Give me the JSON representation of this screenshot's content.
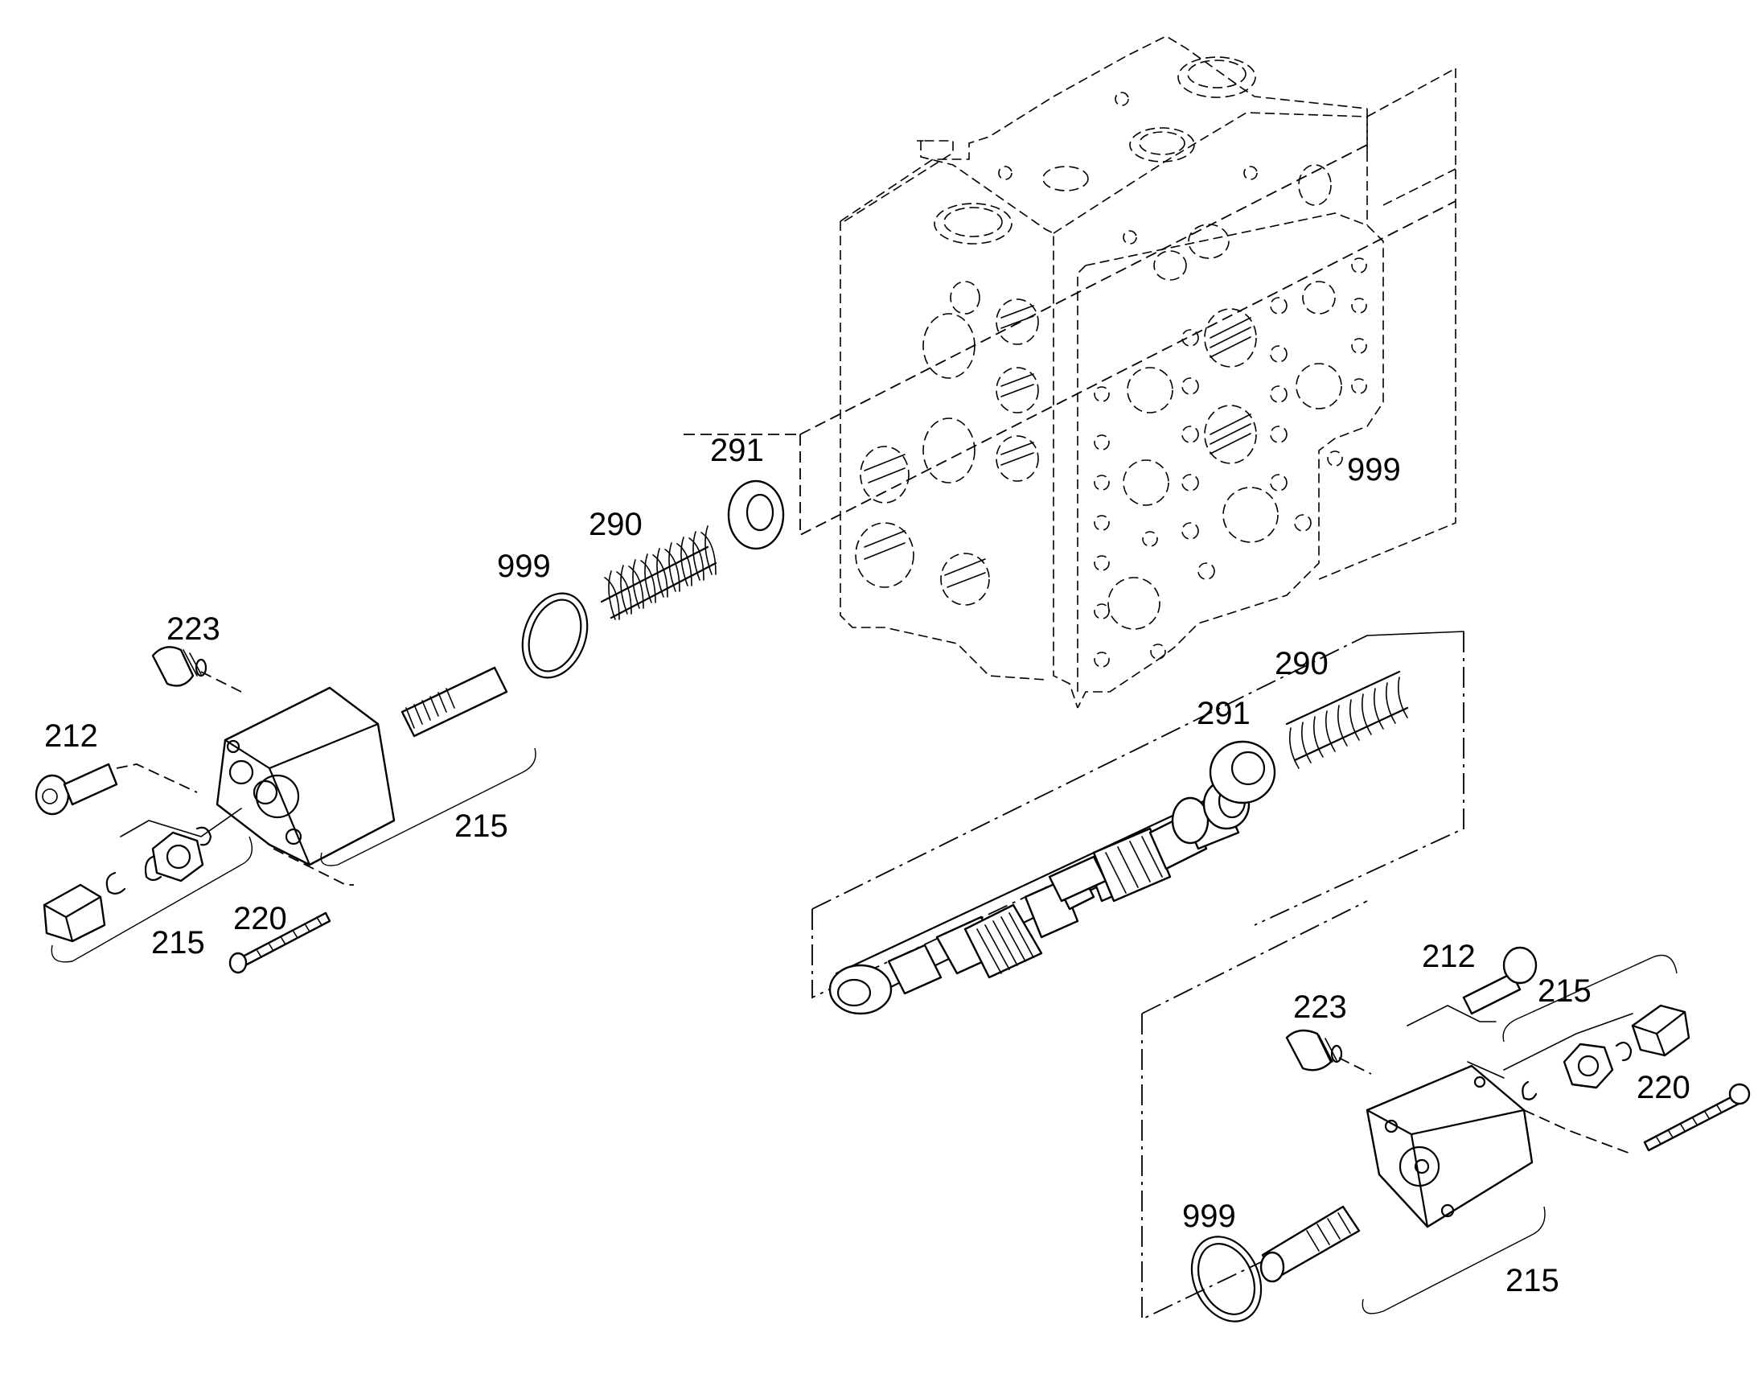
{
  "callouts": {
    "c_223_left": "223",
    "c_212_left": "212",
    "c_215_left_a": "215",
    "c_215_left_b": "215",
    "c_220_left": "220",
    "c_999_seal_left": "999",
    "c_290_upper": "290",
    "c_291_upper": "291",
    "c_999_housing": "999",
    "c_290_lower": "290",
    "c_291_lower": "291",
    "c_212_right": "212",
    "c_215_right_a": "215",
    "c_223_right": "223",
    "c_220_right": "220",
    "c_999_seal_right": "999",
    "c_215_right_b": "215"
  }
}
